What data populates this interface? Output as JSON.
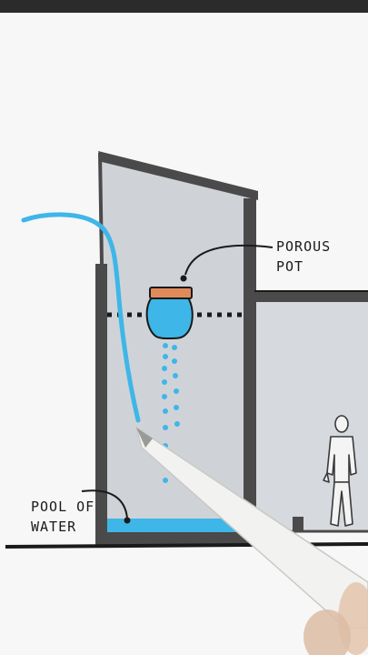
{
  "labels": {
    "pot_line1": "POROUS",
    "pot_line2": "POT",
    "pool_line1": "POOL OF",
    "pool_line2": "WATER"
  },
  "colors": {
    "wall": "#4a4a4a",
    "interior": "#cfd3d8",
    "room": "#d6d9dd",
    "water": "#3fb6e8",
    "pot_rim": "#e08a5a",
    "ink": "#1a1a1a",
    "stylus": "#f2f2f0"
  },
  "icons": [
    "porous-pot-icon",
    "person-figure-icon",
    "stylus-pen-icon"
  ]
}
